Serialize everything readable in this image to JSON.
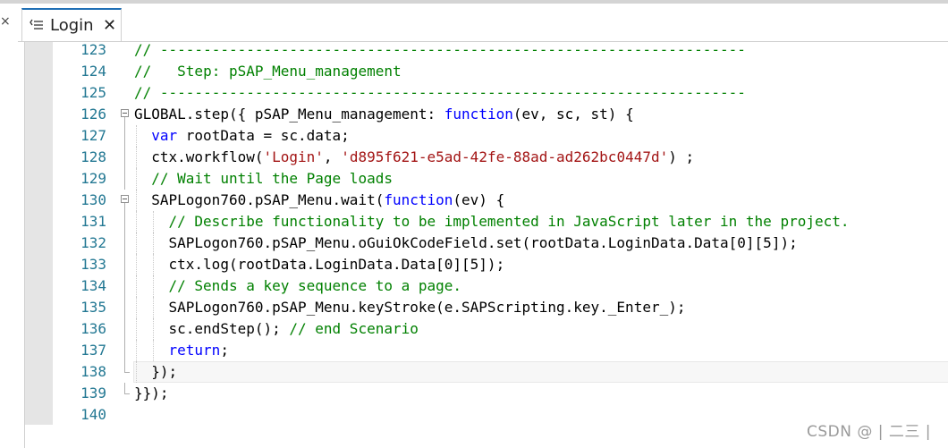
{
  "window": {
    "left_close_glyph": "×"
  },
  "tab": {
    "label": "Login",
    "close_glyph": "✕",
    "icon": "workflow-icon"
  },
  "colors": {
    "comment": "#008000",
    "keyword": "#0000ff",
    "string": "#a31515",
    "line_number": "#237893",
    "tab_accent": "#1f6fb5"
  },
  "editor": {
    "current_line": 138,
    "lines": [
      {
        "n": "123",
        "indent": 0,
        "parts": [
          {
            "t": "comment",
            "v": "// --------------------------------------------------------------------"
          }
        ]
      },
      {
        "n": "124",
        "indent": 0,
        "parts": [
          {
            "t": "comment",
            "v": "//   Step: pSAP_Menu_management"
          }
        ]
      },
      {
        "n": "125",
        "indent": 0,
        "parts": [
          {
            "t": "comment",
            "v": "// --------------------------------------------------------------------"
          }
        ]
      },
      {
        "n": "126",
        "indent": 0,
        "fold": "open",
        "parts": [
          {
            "t": "plain",
            "v": "GLOBAL.step({ pSAP_Menu_management: "
          },
          {
            "t": "keyword",
            "v": "function"
          },
          {
            "t": "plain",
            "v": "(ev, sc, st) {"
          }
        ]
      },
      {
        "n": "127",
        "indent": 1,
        "parts": [
          {
            "t": "keyword",
            "v": "var"
          },
          {
            "t": "plain",
            "v": " rootData = sc.data;"
          }
        ]
      },
      {
        "n": "128",
        "indent": 1,
        "parts": [
          {
            "t": "plain",
            "v": "ctx.workflow("
          },
          {
            "t": "string",
            "v": "'Login'"
          },
          {
            "t": "plain",
            "v": ", "
          },
          {
            "t": "string",
            "v": "'d895f621-e5ad-42fe-88ad-ad262bc0447d'"
          },
          {
            "t": "plain",
            "v": ") ;"
          }
        ]
      },
      {
        "n": "129",
        "indent": 1,
        "parts": [
          {
            "t": "comment",
            "v": "// Wait until the Page loads"
          }
        ]
      },
      {
        "n": "130",
        "indent": 1,
        "fold": "open",
        "parts": [
          {
            "t": "plain",
            "v": "SAPLogon760.pSAP_Menu.wait("
          },
          {
            "t": "keyword",
            "v": "function"
          },
          {
            "t": "plain",
            "v": "(ev) {"
          }
        ]
      },
      {
        "n": "131",
        "indent": 2,
        "parts": [
          {
            "t": "comment",
            "v": "// Describe functionality to be implemented in JavaScript later in the project."
          }
        ]
      },
      {
        "n": "132",
        "indent": 2,
        "parts": [
          {
            "t": "plain",
            "v": "SAPLogon760.pSAP_Menu.oGuiOkCodeField.set(rootData.LoginData.Data[0][5]);"
          }
        ]
      },
      {
        "n": "133",
        "indent": 2,
        "parts": [
          {
            "t": "plain",
            "v": "ctx.log(rootData.LoginData.Data[0][5]);"
          }
        ]
      },
      {
        "n": "134",
        "indent": 2,
        "parts": [
          {
            "t": "comment",
            "v": "// Sends a key sequence to a page."
          }
        ]
      },
      {
        "n": "135",
        "indent": 2,
        "parts": [
          {
            "t": "plain",
            "v": "SAPLogon760.pSAP_Menu.keyStroke(e.SAPScripting.key._Enter_);"
          }
        ]
      },
      {
        "n": "136",
        "indent": 2,
        "parts": [
          {
            "t": "plain",
            "v": "sc.endStep(); "
          },
          {
            "t": "comment",
            "v": "// end Scenario"
          }
        ]
      },
      {
        "n": "137",
        "indent": 2,
        "parts": [
          {
            "t": "keyword",
            "v": "return"
          },
          {
            "t": "plain",
            "v": ";"
          }
        ]
      },
      {
        "n": "138",
        "indent": 1,
        "fold": "end-inner",
        "parts": [
          {
            "t": "plain",
            "v": "});"
          }
        ]
      },
      {
        "n": "139",
        "indent": 0,
        "fold": "end-outer",
        "parts": [
          {
            "t": "plain",
            "v": "}});"
          }
        ]
      },
      {
        "n": "140",
        "indent": 0,
        "parts": []
      }
    ]
  },
  "watermark": {
    "text": "CSDN @ | 二三 |"
  }
}
